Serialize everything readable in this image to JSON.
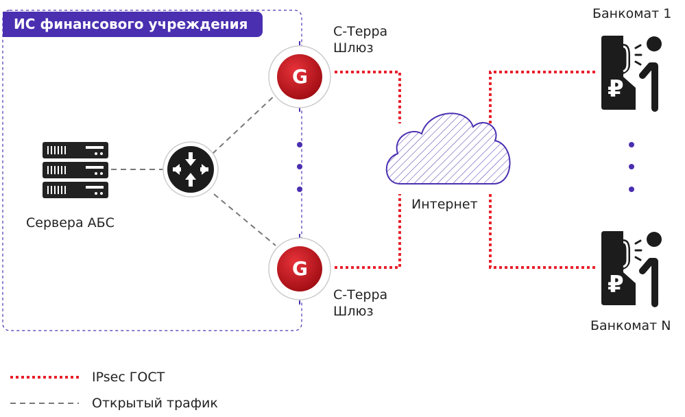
{
  "title": "ИС финансового учреждения",
  "nodes": {
    "servers_label": "Сервера АБС",
    "gateway_top_label_1": "С-Терра",
    "gateway_top_label_2": "Шлюз",
    "gateway_bottom_label_1": "С-Терра",
    "gateway_bottom_label_2": "Шлюз",
    "gateway_glyph": "G",
    "internet_label": "Интернет",
    "atm_first_label": "Банкомат 1",
    "atm_last_label": "Банкомат N",
    "atm_currency": "₽"
  },
  "legend": {
    "ipsec": "IPsec ГОСТ",
    "open": "Открытый трафик"
  },
  "colors": {
    "accent": "#4a2fb0",
    "ipsec": "#e8202a",
    "open": "#777777",
    "gateway": "#c8161d"
  }
}
